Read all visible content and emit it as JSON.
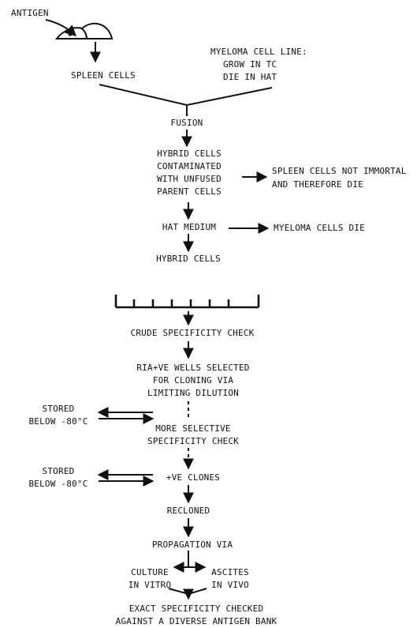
{
  "labels": {
    "antigen": "ANTIGEN",
    "spleen_cells": "SPLEEN CELLS",
    "myeloma_1": "MYELOMA CELL LINE:",
    "myeloma_2": "GROW IN TC",
    "myeloma_3": "DIE IN HAT",
    "fusion": "FUSION",
    "hybrid_1": "HYBRID CELLS",
    "hybrid_2": "CONTAMINATED",
    "hybrid_3": "WITH UNFUSED",
    "hybrid_4": "PARENT CELLS",
    "spleen_die_1": "SPLEEN CELLS NOT IMMORTAL",
    "spleen_die_2": "AND THEREFORE DIE",
    "hat_medium": "HAT MEDIUM",
    "myeloma_die": "MYELOMA CELLS DIE",
    "hybrid_cells": "HYBRID CELLS",
    "crude_check": "CRUDE SPECIFICITY CHECK",
    "ria_1": "RIA+VE WELLS SELECTED",
    "ria_2": "FOR CLONING VIA",
    "ria_3": "LIMITING DILUTION",
    "stored_a1": "STORED",
    "stored_a2": "BELOW -80°C",
    "selective_1": "MORE SELECTIVE",
    "selective_2": "SPECIFICITY CHECK",
    "stored_b1": "STORED",
    "stored_b2": "BELOW -80°C",
    "ve_clones": "+VE CLONES",
    "recloned": "RECLONED",
    "propagation": "PROPAGATION VIA",
    "culture_1": "CULTURE",
    "culture_2": "IN VITRO",
    "ascites_1": "ASCITES",
    "ascites_2": "IN VIVO",
    "exact_1": "EXACT SPECIFICITY CHECKED",
    "exact_2": "AGAINST A DIVERSE ANTIGEN BANK"
  },
  "icons": {
    "mouse": "mouse-icon",
    "well_plate": "well-plate-icon"
  },
  "colors": {
    "ink": "#111111",
    "background": "#ffffff"
  }
}
